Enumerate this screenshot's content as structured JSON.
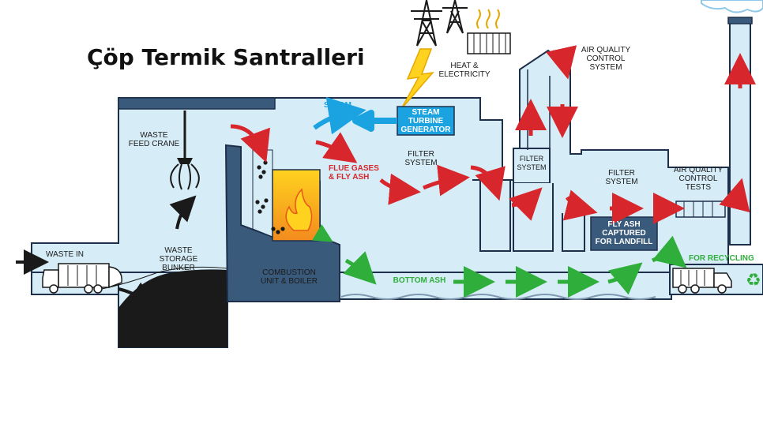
{
  "title": "Çöp Termik Santralleri",
  "labels": {
    "waste_feed_crane": "WASTE\nFEED CRANE",
    "waste_storage_bunker": "WASTE\nSTORAGE\nBUNKER",
    "waste_in": "WASTE IN",
    "combustion_unit": "COMBUSTION\nUNIT & BOILER",
    "steam": "STEAM",
    "steam_turbine_generator": "STEAM\nTURBINE\nGENERATOR",
    "heat_electricity": "HEAT &\nELECTRICITY",
    "flue_gases": "FLUE GASES\n& FLY ASH",
    "filter_system_main": "FILTER\nSYSTEM",
    "filter_system_tower": "FILTER\nSYSTEM",
    "air_quality_control_system": "AIR QUALITY\nCONTROL\nSYSTEM",
    "filter_system_right": "FILTER\nSYSTEM",
    "air_quality_control_tests": "AIR QUALITY\nCONTROL\nTESTS",
    "fly_ash_captured": "FLY ASH\nCAPTURED\nFOR LANDFILL",
    "bottom_ash": "BOTTOM ASH",
    "for_recycling": "FOR RECYCLING"
  },
  "colors": {
    "plant_fill": "#d6ecf7",
    "outline": "#1d2f4a",
    "wall": "#3a5a7c",
    "red_arrow": "#d7262c",
    "green_arrow": "#2fae3b",
    "steam_blue": "#1aa3e0",
    "waste_black": "#1a1a1a",
    "fire_orange": "#f28b1e",
    "fire_yellow": "#ffd21f"
  },
  "icons": [
    "power-tower-icon",
    "lightning-icon",
    "radiator-icon",
    "crane-grab-icon",
    "garbage-truck-icon",
    "recycle-icon",
    "cloud-icon"
  ]
}
